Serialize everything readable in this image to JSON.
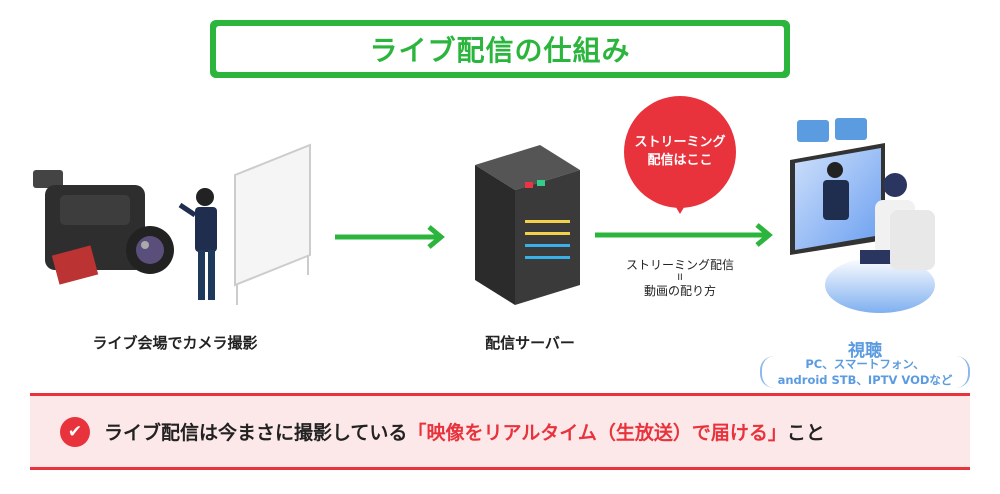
{
  "title": "ライブ配信の仕組み",
  "steps": {
    "camera_label": "ライブ会場でカメラ撮影",
    "server_label": "配信サーバー",
    "viewing_label": "視聴",
    "viewing_devices_line1": "PC、スマートフォン、",
    "viewing_devices_line2": "android STB、IPTV VODなど"
  },
  "bubble": {
    "line1": "ストリーミング",
    "line2": "配信はここ"
  },
  "stream_note": {
    "line1": "ストリーミング配信",
    "line2": "II",
    "line3": "動画の配り方"
  },
  "summary": {
    "prefix": "ライブ配信は今まさに撮影している",
    "highlight": "「映像をリアルタイム（生放送）で届ける」",
    "suffix": "こと"
  },
  "colors": {
    "green": "#2bb53c",
    "red": "#e8323c",
    "blue": "#5b9be0"
  }
}
